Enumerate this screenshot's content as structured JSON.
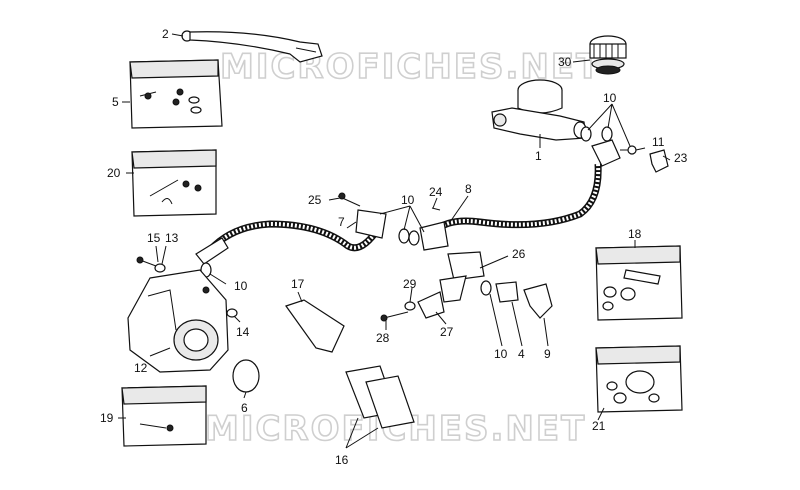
{
  "watermark": {
    "top": "MICROFICHES.NET",
    "bottom": "MICROFICHES.NET"
  },
  "callouts": {
    "c1": "1",
    "c2": "2",
    "c4": "4",
    "c5": "5",
    "c6": "6",
    "c7": "7",
    "c8": "8",
    "c9": "9",
    "c10a": "10",
    "c10b": "10",
    "c10c": "10",
    "c10d": "10",
    "c11": "11",
    "c12": "12",
    "c13": "13",
    "c14": "14",
    "c15": "15",
    "c16": "16",
    "c17": "17",
    "c18": "18",
    "c19": "19",
    "c20": "20",
    "c21": "21",
    "c23": "23",
    "c24": "24",
    "c25": "25",
    "c26": "26",
    "c27": "27",
    "c28": "28",
    "c29": "29",
    "c30": "30"
  }
}
